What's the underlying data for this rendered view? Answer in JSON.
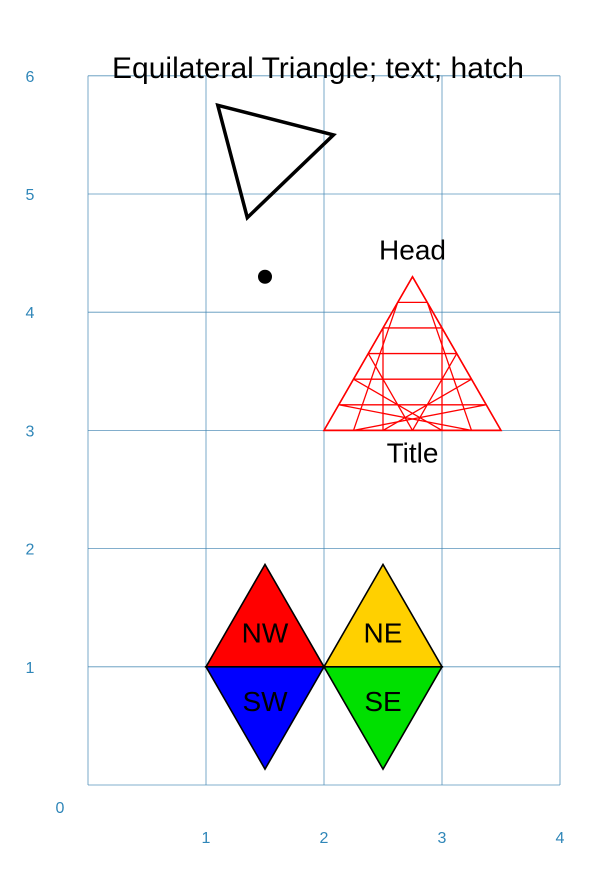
{
  "figure": {
    "title": "Equilateral Triangle; text; hatch",
    "x_ticks": [
      "0",
      "1",
      "2",
      "3",
      "4"
    ],
    "y_ticks": [
      "1",
      "2",
      "3",
      "4",
      "5",
      "6"
    ],
    "xlim": [
      0,
      4
    ],
    "ylim": [
      0,
      6
    ]
  },
  "outline_triangle": {
    "vertices": [
      [
        1.1,
        5.75
      ],
      [
        2.08,
        5.5
      ],
      [
        1.35,
        4.8
      ]
    ],
    "stroke": "#000000",
    "fill": "none"
  },
  "dot": {
    "x": 1.5,
    "y": 4.3,
    "color": "#000000"
  },
  "hatched_triangle": {
    "base_left": [
      2.0,
      3.0
    ],
    "base_right": [
      3.5,
      3.0
    ],
    "apex": [
      2.75,
      4.3
    ],
    "subdivisions": 6,
    "stroke": "#ff0000",
    "head_label": "Head",
    "title_label": "Title"
  },
  "diamond_triangles": [
    {
      "id": "nw",
      "label": "NW",
      "color": "#ff0000",
      "vertices": [
        [
          1,
          1
        ],
        [
          2,
          1
        ],
        [
          1.5,
          1.866
        ]
      ]
    },
    {
      "id": "ne",
      "label": "NE",
      "color": "#ffd000",
      "vertices": [
        [
          2,
          1
        ],
        [
          3,
          1
        ],
        [
          2.5,
          1.866
        ]
      ]
    },
    {
      "id": "sw",
      "label": "SW",
      "color": "#0000ff",
      "vertices": [
        [
          1,
          1
        ],
        [
          2,
          1
        ],
        [
          1.5,
          0.134
        ]
      ]
    },
    {
      "id": "se",
      "label": "SE",
      "color": "#00e000",
      "vertices": [
        [
          2,
          1
        ],
        [
          3,
          1
        ],
        [
          2.5,
          0.134
        ]
      ]
    }
  ]
}
